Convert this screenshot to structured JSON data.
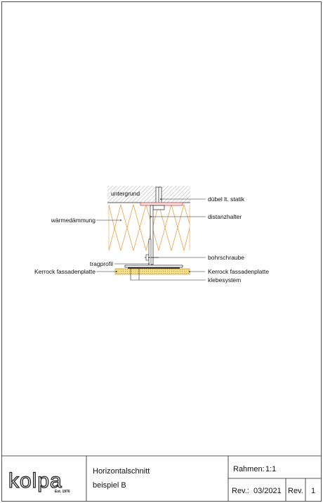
{
  "labels": {
    "untergrund": "untergrund",
    "duebel": "dübel lt. statik",
    "distanzhalter": "distanzhalter",
    "waermedaemmung": "wärmedämmung",
    "bohrschraube": "bohrschraube",
    "tragprofil": "tragprofil",
    "kerrock_left": "Kerrock fassadenplatte",
    "kerrock_right": "Kerrock fassadenplatte",
    "klebesystem": "klebesystem"
  },
  "title_block": {
    "logo_text": "kolpa",
    "logo_est": "Est. 1976",
    "title_line1": "Horizontalschnitt",
    "title_line2": "beispiel B",
    "scale_label": "Rahmen:",
    "scale_value": "1:1",
    "rev_date_label": "Rev.:",
    "rev_date_value": "03/2021",
    "rev_label": "Rev.",
    "rev_value": "1"
  },
  "colors": {
    "insulation": "#e6a24c",
    "panel": "#f6dd8c",
    "bracket_accent": "#d44a4a",
    "line": "#222222"
  }
}
